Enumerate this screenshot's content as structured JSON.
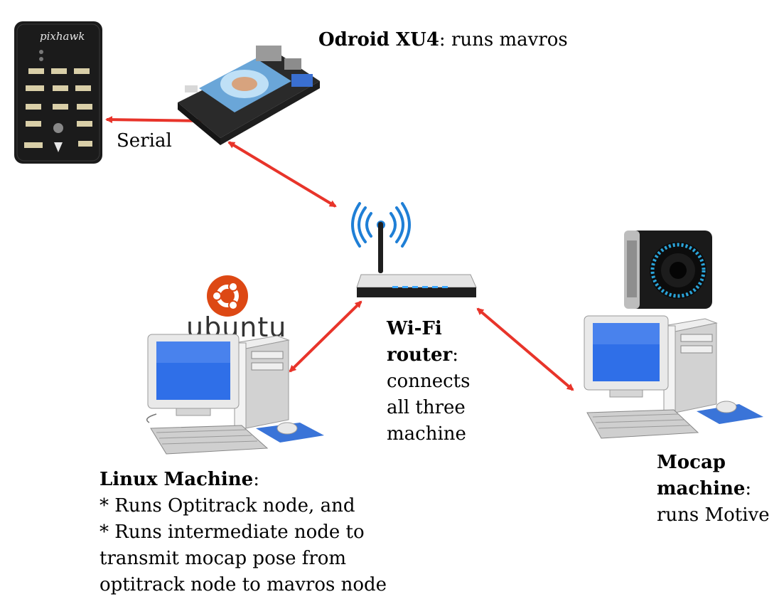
{
  "odroid": {
    "title_bold": "Odroid XU4",
    "title_rest": ": runs mavros"
  },
  "serial_label": "Serial",
  "pixhawk_logo": "pixhawk",
  "router": {
    "title_bold_1": "Wi-Fi",
    "title_bold_2": "router",
    "colon": ":",
    "lines": [
      "connects",
      "all three",
      "machine"
    ]
  },
  "ubuntu_logo": "ubuntu",
  "linux": {
    "title_bold": "Linux Machine",
    "colon": ":",
    "lines": [
      "* Runs Optitrack node, and",
      "* Runs intermediate node to",
      "transmit mocap pose from",
      "optitrack node to mavros node"
    ]
  },
  "mocap": {
    "title_bold_1": "Mocap",
    "title_bold_2": "machine",
    "colon": ":",
    "line": "runs Motive"
  },
  "colors": {
    "arrow": "#e8342a",
    "router_led": "#3aa7ff",
    "wifi_waves": "#1f7fd6",
    "ubuntu_orange": "#dd4814",
    "screen_blue": "#2f6fe8"
  }
}
